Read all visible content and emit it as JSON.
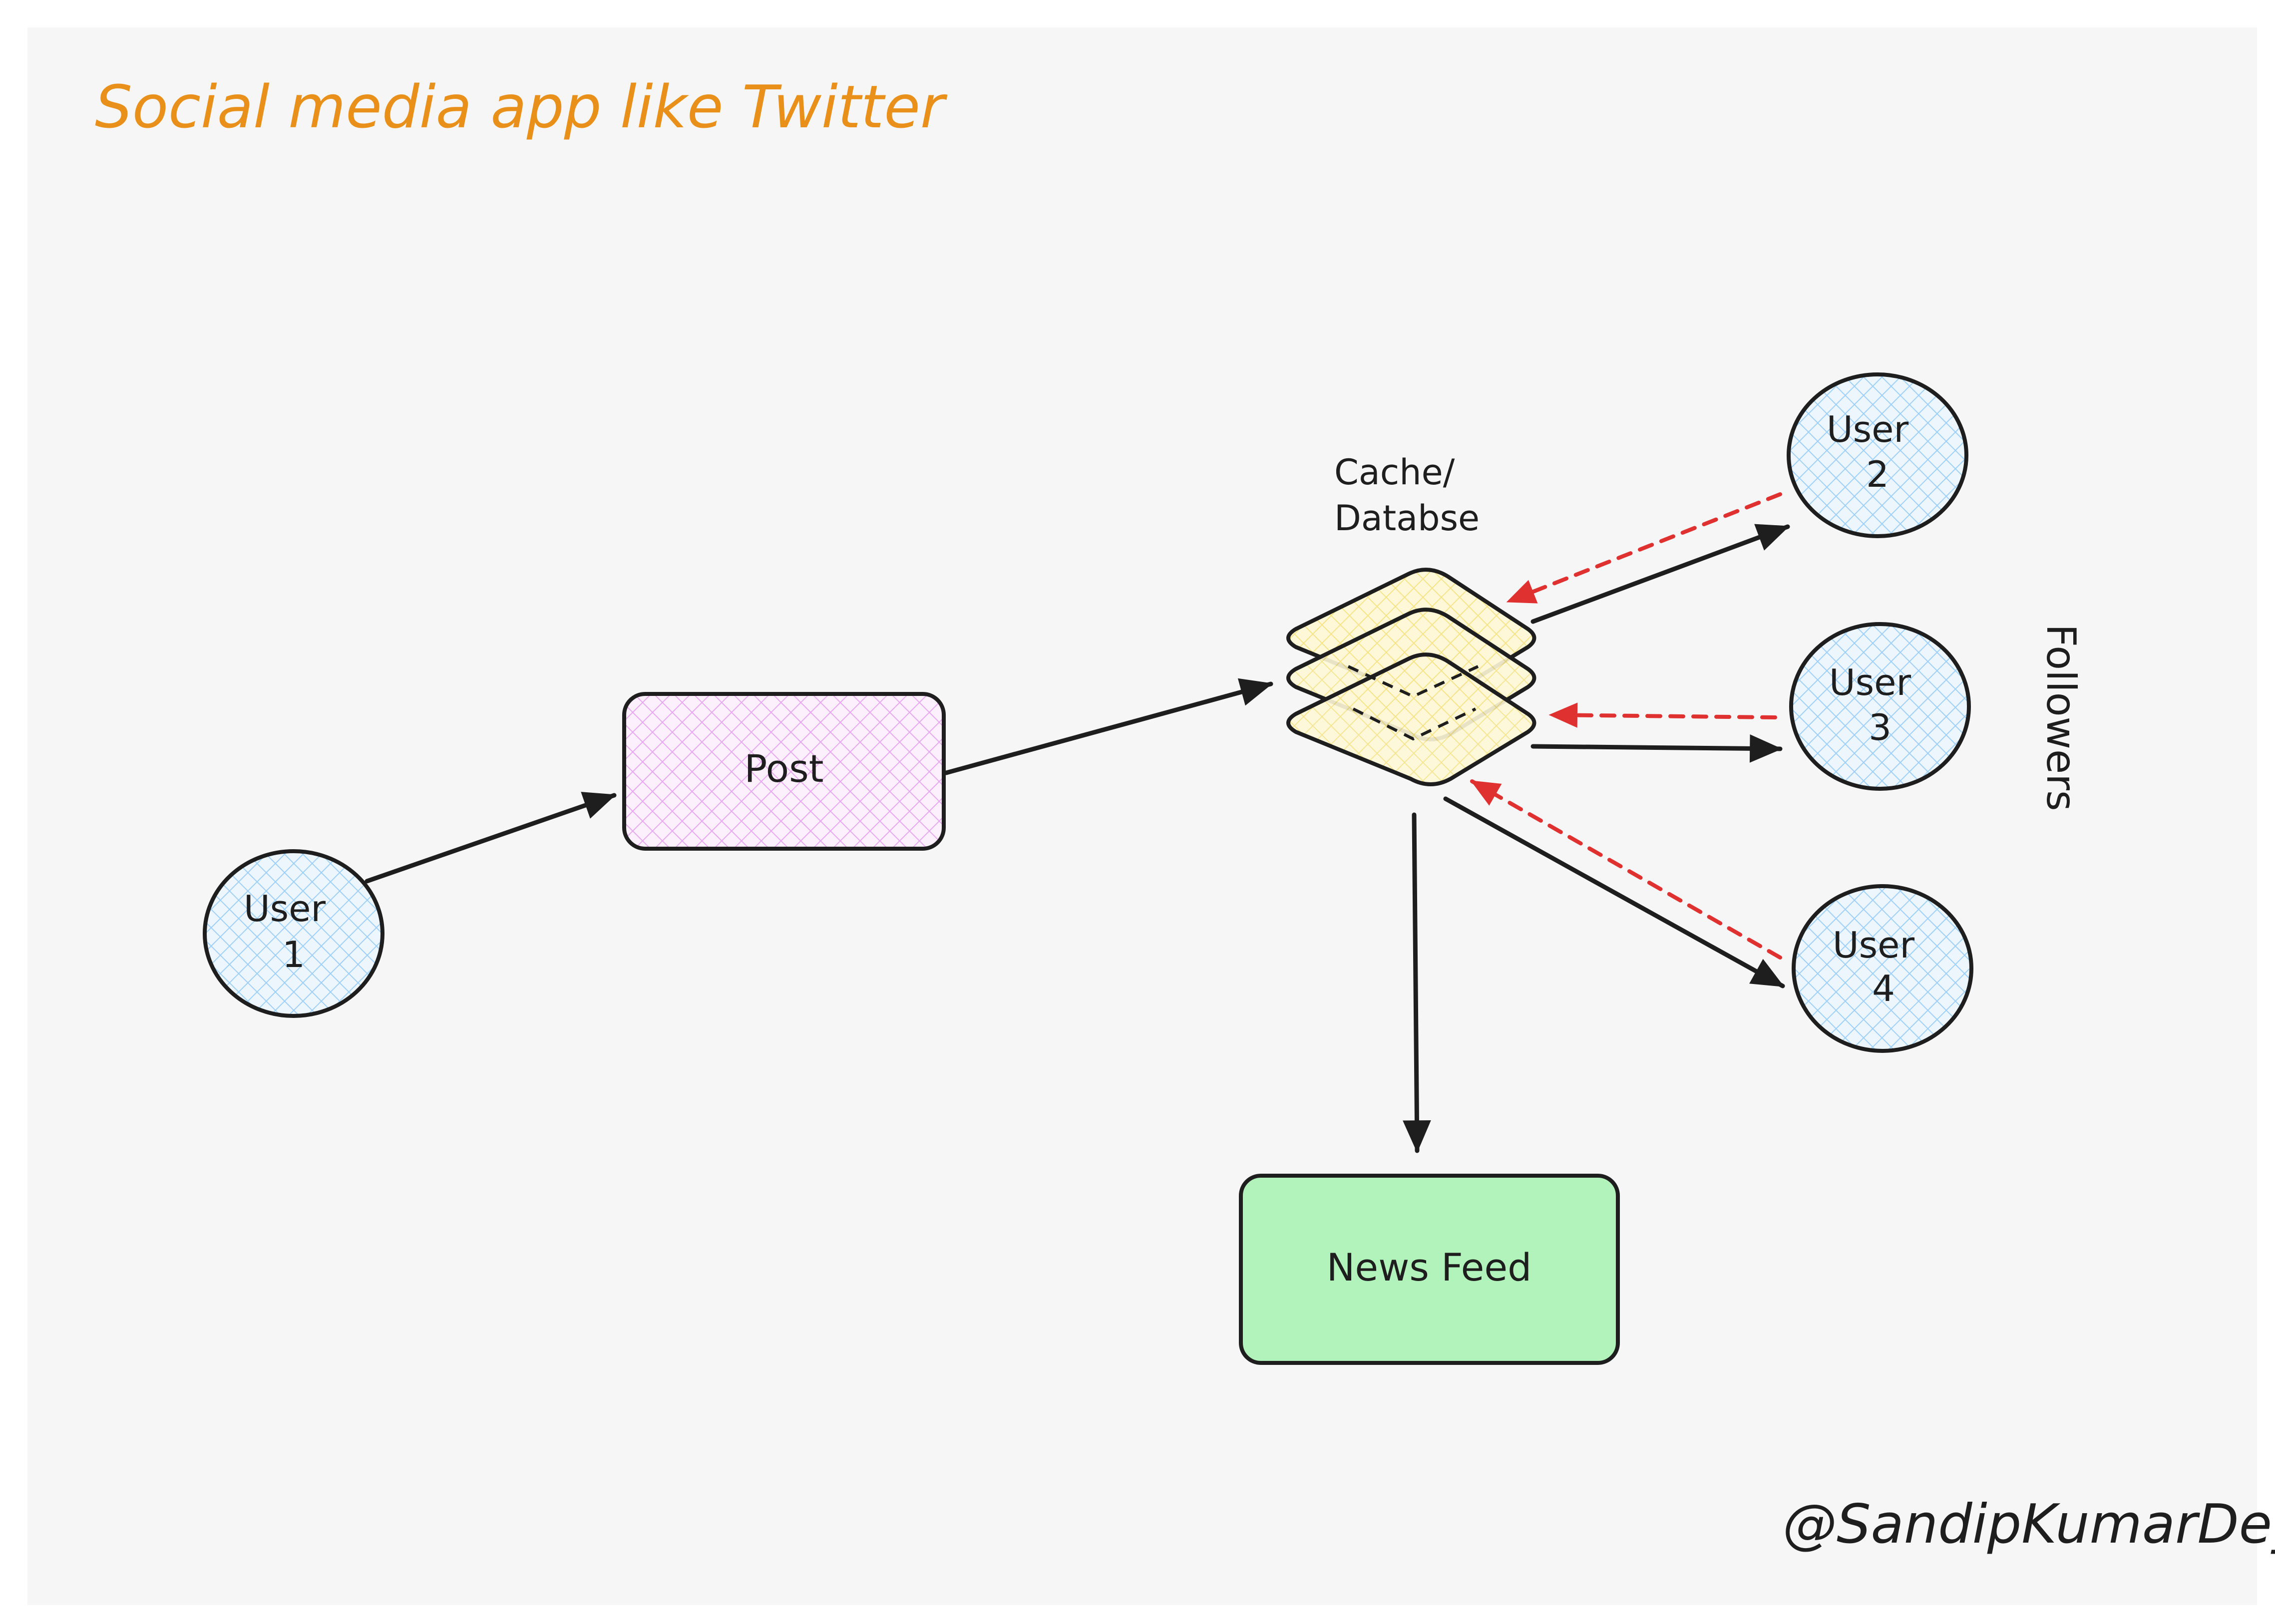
{
  "title": "Social media app like Twitter",
  "signature": "@SandipKumarDey",
  "side_label": "Followers",
  "nodes": {
    "user1": {
      "line1": "User",
      "line2": "1"
    },
    "user2": {
      "line1": "User",
      "line2": "2"
    },
    "user3": {
      "line1": "User",
      "line2": "3"
    },
    "user4": {
      "line1": "User",
      "line2": "4"
    },
    "post": {
      "label": "Post"
    },
    "cache": {
      "line1": "Cache/",
      "line2": "Databse"
    },
    "news_feed": {
      "label": "News Feed"
    }
  },
  "colors": {
    "canvas": "#f6f6f6",
    "title": "#e8901a",
    "ink": "#1e1e1e",
    "user_fill": "#a5d8ff",
    "post_fill": "#e9a8f0",
    "cache_fill": "#ffec99",
    "feed_fill": "#b2f2bb",
    "dashed_arrow": "#e03131"
  }
}
